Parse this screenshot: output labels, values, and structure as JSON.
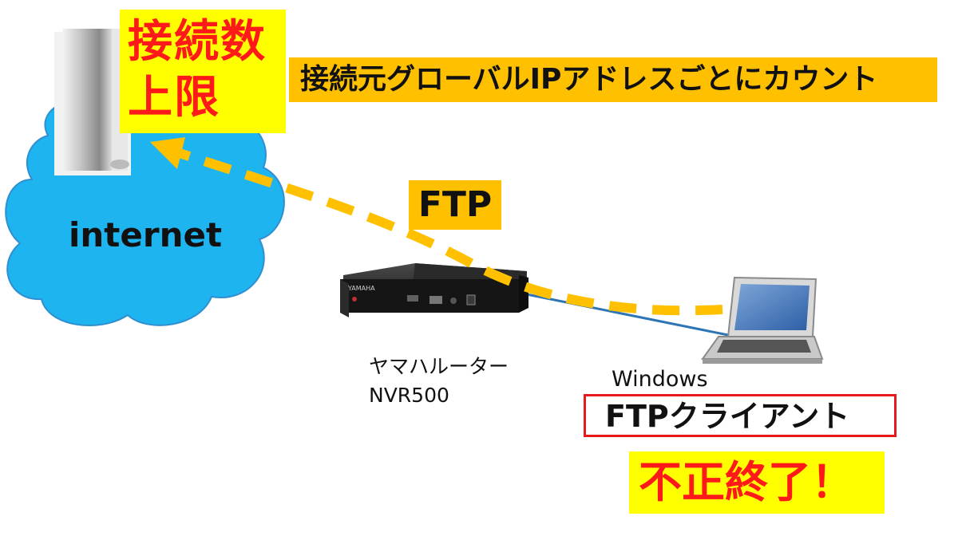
{
  "server": {
    "limit_line1": "接続数",
    "limit_line2": "上限",
    "count_note": "接続元グローバルIPアドレスごとにカウント"
  },
  "cloud": {
    "label": "internet"
  },
  "protocol": {
    "label": "FTP"
  },
  "router": {
    "line1": "ヤマハルーター",
    "line2": "NVR500",
    "brand": "YAMAHA"
  },
  "client": {
    "os": "Windows",
    "name": "FTPクライアント",
    "status": "不正終了！"
  },
  "colors": {
    "yellow": "#ffff00",
    "orange": "#ffc000",
    "cloud": "#1eb4f0",
    "red": "#ff1a1a",
    "line": "#2e75b6"
  },
  "icons": [
    "server-icon",
    "cloud-icon",
    "router-icon",
    "laptop-icon",
    "arrow-icon"
  ]
}
